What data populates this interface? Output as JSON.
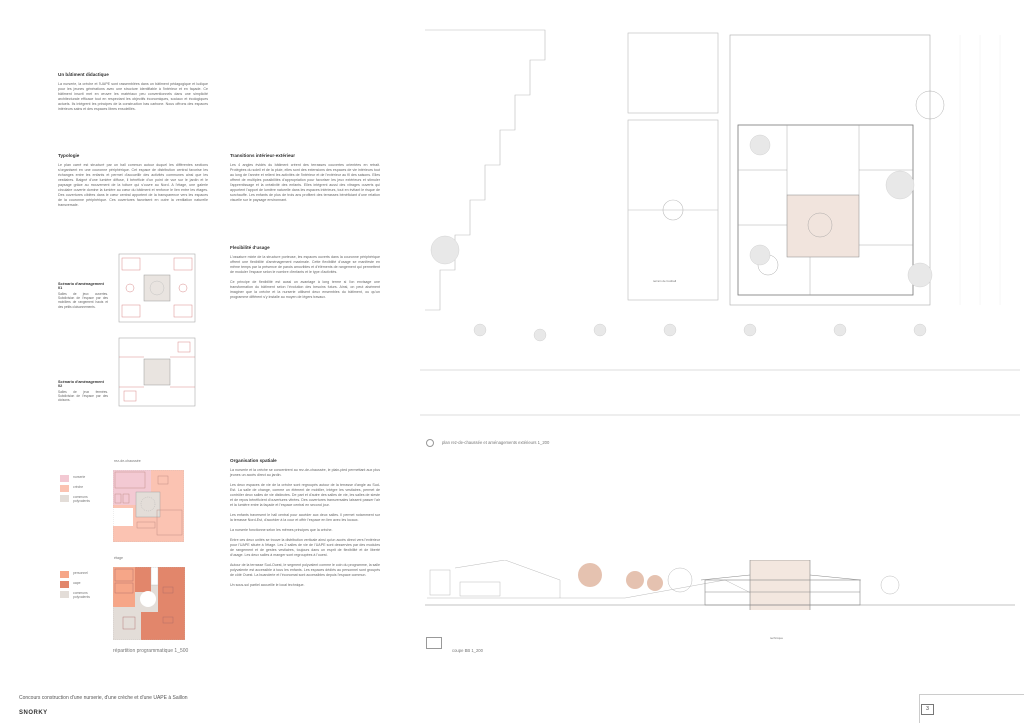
{
  "intro": {
    "title": "Un bâtiment didactique",
    "text": "La nurserie, la crèche et l'UAPE sont rassemblées dans un bâtiment pédagogique et ludique pour les jeunes générations avec une structure identifiable à l'intérieur et en façade. Ce bâtiment inscrit met en œuvre les matériaux peu conventionnels dans une simplicité architecturale efficace tout en respectant les objectifs économiques, sociaux et écologiques actuels. Ils intègrent les principes de la construction bas carbone. Nous offrons des espaces intérieurs sains et des espaces libres ensoleillés."
  },
  "typologie": {
    "title": "Typologie",
    "text": "Le plan carré est structuré par un hall commun autour duquel les différentes sections s'organisent en une couronne périphérique. Cet espace de distribution central favorise les échanges entre les enfants et permet d'accueillir des activités communes ainsi que les vestiaires. Baigné d'une lumière diffuse, il bénéficie d'un point de vue sur le jardin et le paysage grâce au mouvement de la toiture qui s'ouvre au Nord. A l'étage, une galerie circulaire ouverte domine la lumière au cœur du bâtiment et renforce le lien entre les étages. Des ouvertures ciblées dans le cœur central apportent de la transparence vers les espaces de la couronne périphérique. Ces ouvertures favorisent en outre la ventilation naturelle transversale."
  },
  "transitions": {
    "title": "Transitions intérieur-extérieur",
    "text": "Les 4 angles évidés du bâtiment créent des terrasses couvertes orientées en retrait. Protégées du soleil et de la pluie, elles sont des extensions des espaces de vie intérieurs tout au long de l'année et relient les activités de l'intérieur et de l'extérieur au fil des saisons. Elles offrent de multiples possibilités d'appropriation pour favoriser les jeux extérieurs et stimuler l'apprentissage et la créativité des enfants. Elles intègrent aussi des vitrages ouverts qui apportent l'apport de lumière naturelle dans les espaces intérieurs, tout en évitant le risque de surchauffe. Les enfants de plus de trois ans profitent des terrasses bénéficiant d'une relation visuelle sur le paysage environnant."
  },
  "flexibilite": {
    "title": "Flexibilité d'usage",
    "text": "L'ossature mixte de la structure porteuse, les espaces ouverts dans la couronne périphérique offrent une flexibilité d'aménagement maximale. Cette flexibilité d'usage se manifeste en même temps par la présence de parois amovibles et d'éléments de rangement qui permettent de moduler l'espace selon le nombre d'enfants et le type d'activités.",
    "text2": "Ce principe de flexibilité est aussi un avantage à long terme si l'on envisage une transformation du bâtiment selon l'évolution des besoins futurs. Ainsi, on peut aisément imaginer que la crèche et la nurserie utilisent deux ensembles du bâtiment, ou qu'un programme différent s'y installe au moyen de légers travaux."
  },
  "scenario1": {
    "title": "Scénario d'aménagement 01",
    "text": "Salles de jeux ouvertes. Subdivision de l'espace par des mobiliers de rangement hauts et des petits cloisonnements."
  },
  "scenario2": {
    "title": "Scénario d'aménagement 02",
    "text": "Salles de jeux fermées. Subdivision de l'espace par des cloisons."
  },
  "organisation": {
    "title": "Organisation spatiale",
    "paras": [
      "La nurserie et la crèche se concentrent au rez-de-chaussée, le plain-pied permettant aux plus jeunes un accès direct au jardin.",
      "Les deux espaces de vie de la crèche sont regroupés autour de la terrasse d'angle au Sud-Est. La salle de change, comme un élément de mobilier, intègre les vestiaires, permet de contrôler deux salles de vie distinctes. De part et d'autre des salles de vie, les salles de sieste et de repos bénéficient d'ouvertures vitrées. Des ouvertures transversales laissent passer l'air et la lumière entre la façade et l'espace central en second jour.",
      "Les enfants traversent le hall central pour accéder aux deux salles. Il permet notamment sur la terrasse Nord-Est, d'accéder à la cour et offrir l'espace en lien avec les locaux.",
      "La nurserie fonctionne selon les mêmes principes que la crèche.",
      "Entre ces deux unités se trouve la distribution verticale ainsi qu'un accès direct vers l'extérieur pour l'UAPE située à l'étage. Les 2 salles de vie de l'UAPE sont desservies par des modules de rangement et de gestes vestiaires, toujours dans un esprit de flexibilité et de liberté d'usage. Les deux salles à manger sont regroupées à l'ouest.",
      "Autour de la terrasse Sud-Ouest, le segment polyvalent comme le coin du programme, la salle polyvalente est accessible à tous les enfants. Les espaces dédiés au personnel sont groupés de côté Ouest. La buanderie et l'économat sont accessibles depuis l'espace commun.",
      "Un sous-sol partiel accueille le local technique."
    ]
  },
  "repartition": {
    "level1": "rez-de-chaussée",
    "level2": "étage",
    "caption": "répartition programmatique  1_500",
    "legend1": [
      {
        "label": "nurserie",
        "color": "#f3c9d3"
      },
      {
        "label": "crèche",
        "color": "#fbc3b2"
      },
      {
        "label": "communs polyvalents",
        "color": "#e3ddd8"
      }
    ],
    "legend2": [
      {
        "label": "personnel",
        "color": "#f6a688"
      },
      {
        "label": "uape",
        "color": "#e2866b"
      },
      {
        "label": "communs polyvalents",
        "color": "#e3ddd8"
      }
    ]
  },
  "plan": {
    "caption": "plan rez-de-chaussée et aménagements extérieurs  1_200",
    "label": "terrain de football"
  },
  "section": {
    "caption": "coupe BB  1_200",
    "label": "technique"
  },
  "footer": {
    "title": "Concours construction d'une nurserie, d'une crèche et d'une UAPE à Saillon",
    "brand": "SNORKY",
    "page": "3"
  }
}
